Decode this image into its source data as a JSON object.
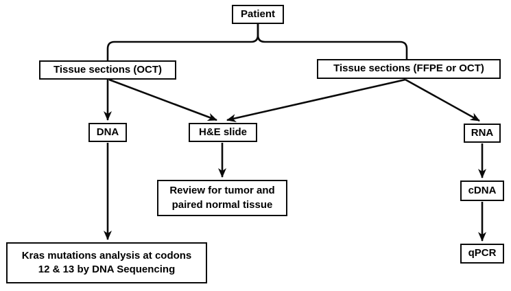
{
  "figure": {
    "type": "flowchart",
    "background_color": "#ffffff",
    "line_color": "#0a0a0a",
    "box_border_color": "#0a0a0a",
    "text_color": "#000000"
  },
  "nodes": {
    "patient": {
      "label": "Patient"
    },
    "tissue_oct": {
      "label": "Tissue sections (OCT)"
    },
    "tissue_ffpe": {
      "label": "Tissue sections (FFPE or OCT)"
    },
    "dna": {
      "label": "DNA"
    },
    "he_slide": {
      "label": "H&E slide"
    },
    "rna": {
      "label": "RNA"
    },
    "review": {
      "label": "Review for tumor and\npaired normal tissue"
    },
    "cdna": {
      "label": "cDNA"
    },
    "qpcr": {
      "label": "qPCR"
    },
    "kras": {
      "label": "Kras mutations analysis at codons\n12 & 13 by DNA Sequencing"
    }
  },
  "edges": [
    {
      "from": "patient",
      "to": "tissue_oct",
      "arrowhead": false
    },
    {
      "from": "patient",
      "to": "tissue_ffpe",
      "arrowhead": false
    },
    {
      "from": "tissue_oct",
      "to": "dna",
      "arrowhead": true
    },
    {
      "from": "tissue_oct",
      "to": "he_slide",
      "arrowhead": true
    },
    {
      "from": "tissue_ffpe",
      "to": "he_slide",
      "arrowhead": true
    },
    {
      "from": "tissue_ffpe",
      "to": "rna",
      "arrowhead": true
    },
    {
      "from": "he_slide",
      "to": "review",
      "arrowhead": true
    },
    {
      "from": "dna",
      "to": "kras",
      "arrowhead": true
    },
    {
      "from": "rna",
      "to": "cdna",
      "arrowhead": true
    },
    {
      "from": "cdna",
      "to": "qpcr",
      "arrowhead": true
    }
  ]
}
